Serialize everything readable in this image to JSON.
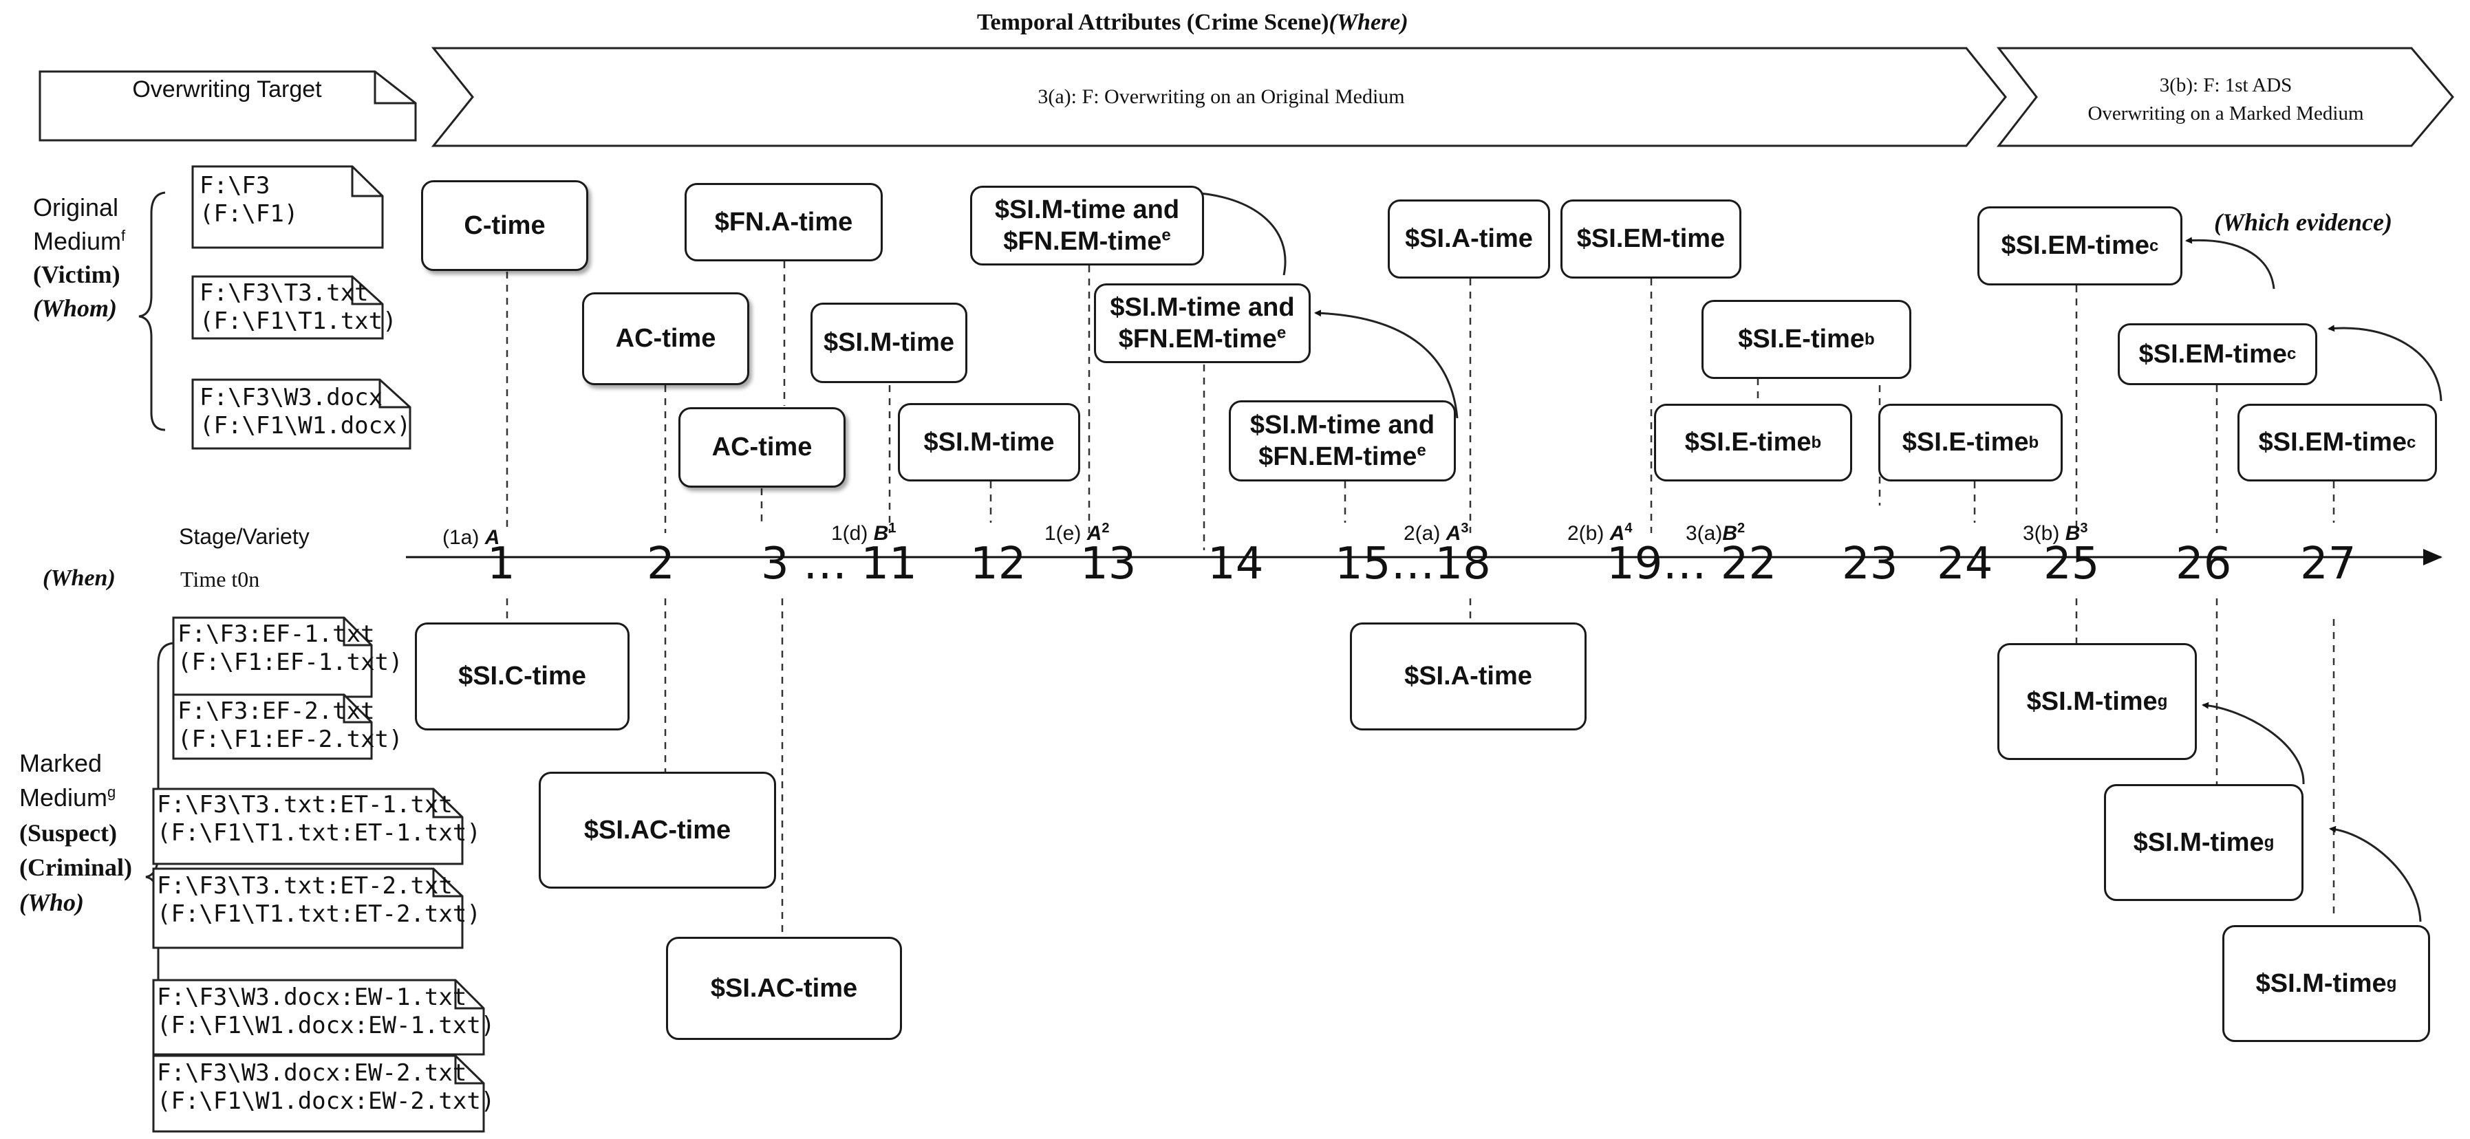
{
  "title": {
    "text": "Temporal Attributes (Crime Scene)",
    "where": "(Where)"
  },
  "header": {
    "target": "Overwriting Target",
    "phase_a": "3(a): F: Overwriting on an Original Medium",
    "phase_b_line1": "3(b): F: 1st ADS",
    "phase_b_line2": "Overwriting on a Marked Medium"
  },
  "left": {
    "original": "Original",
    "medium": "Medium",
    "medium_sup": "f",
    "victim": "(Victim)",
    "whom": "(Whom)",
    "marked": "Marked",
    "marked_medium": "Medium",
    "marked_sup": "g",
    "suspect": "(Suspect)",
    "criminal": "(Criminal)",
    "who": "(Who)",
    "stage_variety": "Stage/Variety",
    "when": "(When)",
    "time": "Time t0n"
  },
  "orig_files": [
    {
      "l1": "F:\\F3",
      "l2": "(F:\\F1)"
    },
    {
      "l1": "F:\\F3\\T3.txt",
      "l2": "(F:\\F1\\T1.txt)"
    },
    {
      "l1": "F:\\F3\\W3.docx",
      "l2": "(F:\\F1\\W1.docx)"
    }
  ],
  "marked_files": [
    {
      "l1": "F:\\F3:EF-1.txt",
      "l2": "(F:\\F1:EF-1.txt)"
    },
    {
      "l1": "F:\\F3:EF-2.txt",
      "l2": "(F:\\F1:EF-2.txt)"
    },
    {
      "l1": "F:\\F3\\T3.txt:ET-1.txt",
      "l2": "(F:\\F1\\T1.txt:ET-1.txt)"
    },
    {
      "l1": "F:\\F3\\T3.txt:ET-2.txt",
      "l2": "(F:\\F1\\T1.txt:ET-2.txt)"
    },
    {
      "l1": "F:\\F3\\W3.docx:EW-1.txt",
      "l2": "(F:\\F1\\W1.docx:EW-1.txt)"
    },
    {
      "l1": "F:\\F3\\W3.docx:EW-2.txt",
      "l2": "(F:\\F1\\W1.docx:EW-2.txt)"
    }
  ],
  "axis_labels": {
    "t1": "1",
    "t2": "2",
    "t3": "3 … 11",
    "t12": "12",
    "t13": "13",
    "t14": "14",
    "t15": "15…18",
    "t19": "19… 22",
    "t23": "23",
    "t24": "24",
    "t25": "25",
    "t26": "26",
    "t27": "27"
  },
  "stages": {
    "s1": {
      "p": "(1a) ",
      "s": "A",
      "sup": ""
    },
    "s2": {
      "p": "1(d) ",
      "s": "B",
      "sup": "1"
    },
    "s3": {
      "p": "1(e) ",
      "s": "A",
      "sup": "2"
    },
    "s4": {
      "p": "2(a) ",
      "s": "A",
      "sup": "3"
    },
    "s5": {
      "p": "2(b) ",
      "s": "A",
      "sup": "4"
    },
    "s6": {
      "p": "3(a)",
      "s": "B",
      "sup": "2"
    },
    "s7": {
      "p": "3(b) ",
      "s": "B",
      "sup": "3"
    }
  },
  "boxes": {
    "ctime": "C-time",
    "actime1": "AC-time",
    "fnatime": "$FN.A-time",
    "actime2": "AC-time",
    "simtime1": "$SI.M-time",
    "simtime2": "$SI.M-time",
    "simfn1_a": "$SI.M-time and",
    "simfn1_b": "$FN.EM-time",
    "simfn1_sup": "e",
    "simfn2_a": "$SI.M-time and",
    "simfn2_b": "$FN.EM-time",
    "simfn2_sup": "e",
    "simfn3_a": "$SI.M-time and",
    "simfn3_b": "$FN.EM-time",
    "simfn3_sup": "e",
    "siatime_top": "$SI.A-time",
    "siemtime_top": "$SI.EM-time",
    "sietime1": "$SI.E-time",
    "sietime1_sup": "b",
    "sietime2": "$SI.E-time",
    "sietime2_sup": "b",
    "sietime3": "$SI.E-time",
    "sietime3_sup": "b",
    "siem1": "$SI.EM-time",
    "siem1_sup": "c",
    "siem2": "$SI.EM-time",
    "siem2_sup": "c",
    "siem3": "$SI.EM-time",
    "siem3_sup": "c",
    "which": "(Which evidence)",
    "sictime": "$SI.C-time",
    "siactime1": "$SI.AC-time",
    "siactime2": "$SI.AC-time",
    "siatime_bot": "$SI.A-time",
    "simg1": "$SI.M-time",
    "simg1_sup": "g",
    "simg2": "$SI.M-time",
    "simg2_sup": "g",
    "simg3": "$SI.M-time",
    "simg3_sup": "g"
  }
}
